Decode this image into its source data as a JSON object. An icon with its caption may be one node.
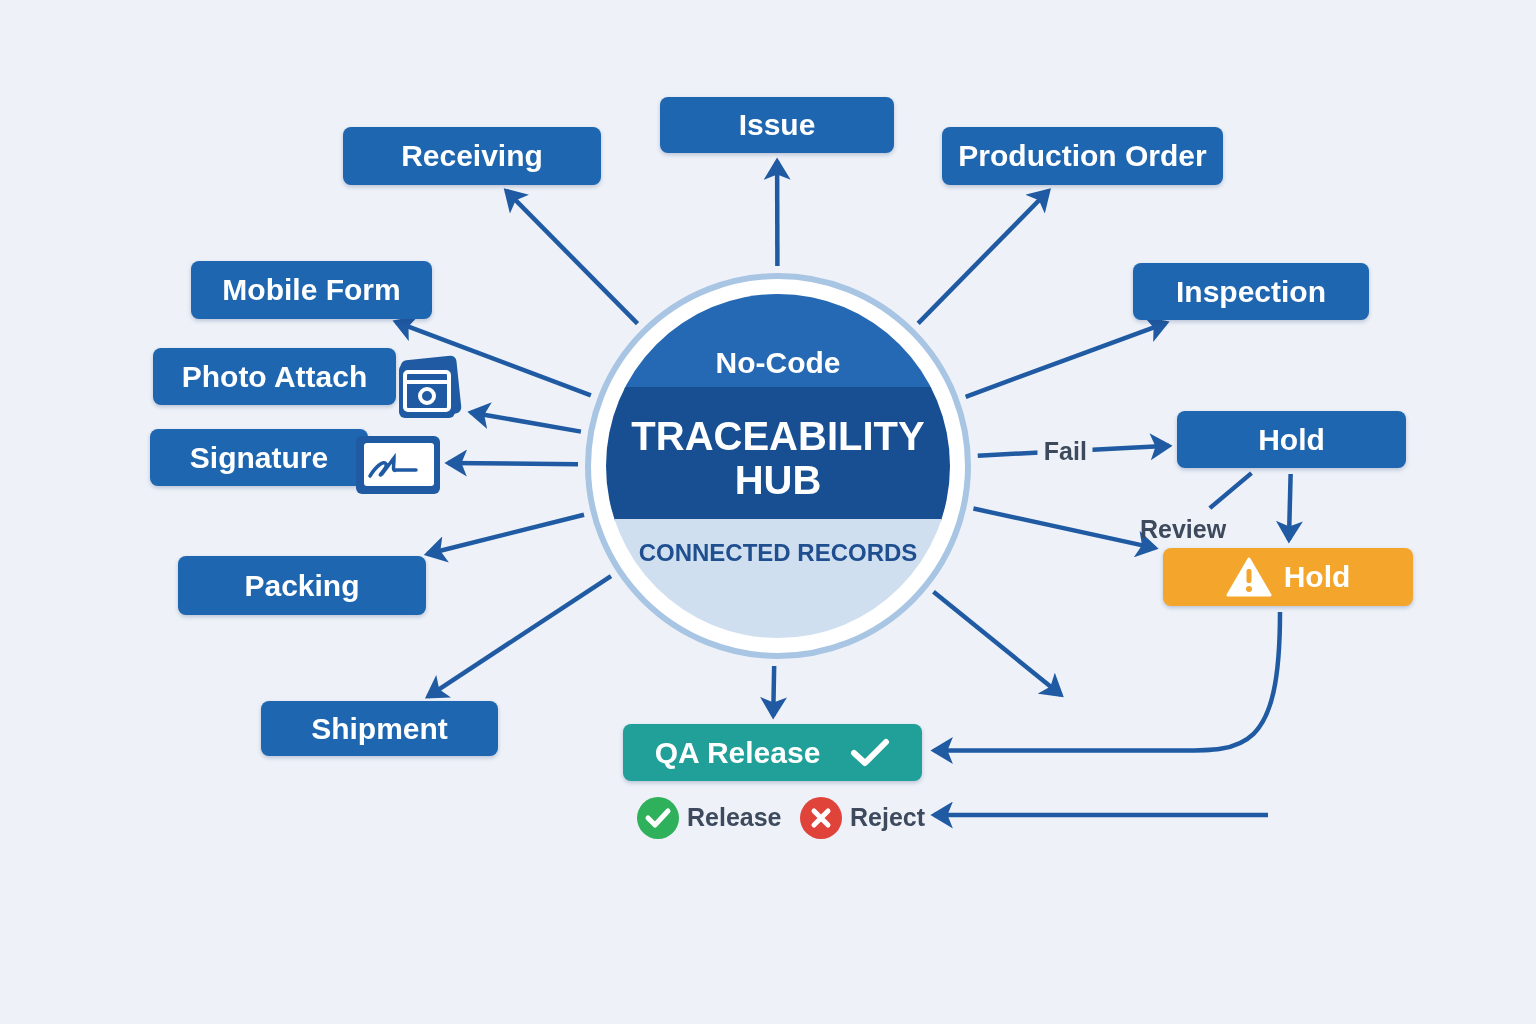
{
  "diagram": {
    "nodes": [
      {
        "text": [
          "No-Code",
          "TRACEABILITY HUB",
          "CONNECTED RECORDS"
        ]
      },
      {
        "text": [
          "Receiving"
        ]
      },
      {
        "text": [
          "Issue"
        ]
      },
      {
        "text": [
          "Production Order"
        ]
      },
      {
        "text": [
          "Mobile Form"
        ]
      },
      {
        "text": [
          "Inspection"
        ]
      },
      {
        "text": [
          "Photo Attach"
        ]
      },
      {
        "text": [
          "Signature"
        ]
      },
      {
        "text": [
          "Hold"
        ]
      },
      {
        "text": [
          "Review"
        ]
      },
      {
        "text": [
          "Hold"
        ]
      },
      {
        "text": [
          "Packing"
        ]
      },
      {
        "text": [
          "Shipment"
        ]
      },
      {
        "text": [
          "QA Release"
        ]
      },
      {
        "text": [
          "Reject"
        ]
      }
    ],
    "edges": [
      {
        "from": 0,
        "to": 1,
        "arrow": "to"
      },
      {
        "from": 0,
        "to": 2,
        "arrow": "to"
      },
      {
        "from": 0,
        "to": 3,
        "arrow": "to"
      },
      {
        "from": 0,
        "to": 4,
        "arrow": "to"
      },
      {
        "from": 0,
        "to": 5,
        "arrow": "to"
      },
      {
        "from": 0,
        "to": 6,
        "arrow": "to"
      },
      {
        "from": 0,
        "to": 7,
        "arrow": "to"
      },
      {
        "from": 0,
        "to": 8,
        "arrow": "to",
        "label": "Fail"
      },
      {
        "from": 0,
        "to": 10,
        "arrow": "to"
      },
      {
        "from": 0,
        "to": 11,
        "arrow": "to"
      },
      {
        "from": 0,
        "to": 12,
        "arrow": "to"
      },
      {
        "from": 0,
        "to": 13,
        "arrow": "to"
      },
      {
        "from": 0,
        "to": null,
        "arrow": "to"
      },
      {
        "from": 8,
        "to": 10,
        "arrow": "to"
      },
      {
        "from": 9,
        "to": 8,
        "arrow": "none"
      },
      {
        "from": 10,
        "to": 13,
        "arrow": "to"
      },
      {
        "from": null,
        "to": 14,
        "arrow": "to"
      }
    ],
    "labels": [
      "Release"
    ]
  }
}
